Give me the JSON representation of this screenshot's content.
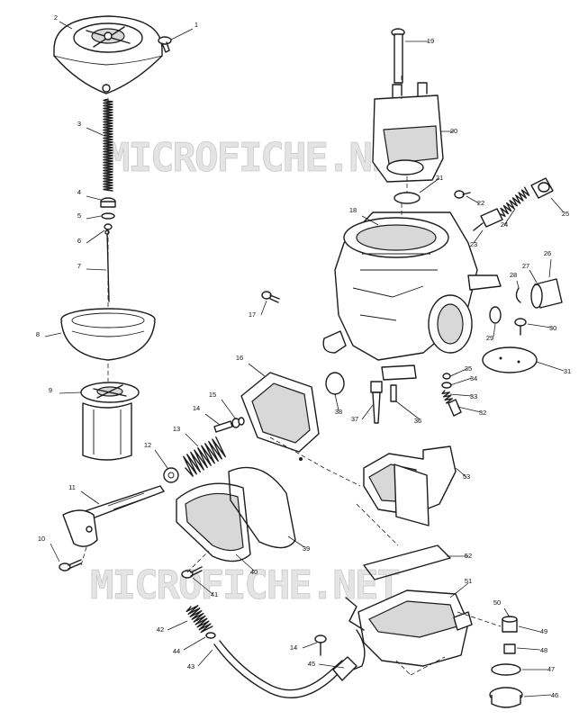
{
  "watermark": {
    "top": "MICROFICHE.NET",
    "bottom": "MICROFICHE.NET"
  },
  "callouts": [
    {
      "id": "1",
      "label": "1"
    },
    {
      "id": "2",
      "label": "2"
    },
    {
      "id": "3",
      "label": "3"
    },
    {
      "id": "4",
      "label": "4"
    },
    {
      "id": "5",
      "label": "5"
    },
    {
      "id": "6",
      "label": "6"
    },
    {
      "id": "7",
      "label": "7"
    },
    {
      "id": "8",
      "label": "8"
    },
    {
      "id": "9",
      "label": "9"
    },
    {
      "id": "10",
      "label": "10"
    },
    {
      "id": "11",
      "label": "11"
    },
    {
      "id": "12",
      "label": "12"
    },
    {
      "id": "13",
      "label": "13"
    },
    {
      "id": "14a",
      "label": "14"
    },
    {
      "id": "14b",
      "label": "14"
    },
    {
      "id": "15",
      "label": "15"
    },
    {
      "id": "16",
      "label": "16"
    },
    {
      "id": "17",
      "label": "17"
    },
    {
      "id": "18",
      "label": "18"
    },
    {
      "id": "19",
      "label": "19"
    },
    {
      "id": "20",
      "label": "20"
    },
    {
      "id": "21",
      "label": "21"
    },
    {
      "id": "22",
      "label": "22"
    },
    {
      "id": "23",
      "label": "23"
    },
    {
      "id": "24",
      "label": "24"
    },
    {
      "id": "25",
      "label": "25"
    },
    {
      "id": "26",
      "label": "26"
    },
    {
      "id": "27",
      "label": "27"
    },
    {
      "id": "28",
      "label": "28"
    },
    {
      "id": "29",
      "label": "29"
    },
    {
      "id": "30",
      "label": "30"
    },
    {
      "id": "31",
      "label": "31"
    },
    {
      "id": "32",
      "label": "32"
    },
    {
      "id": "33",
      "label": "33"
    },
    {
      "id": "34",
      "label": "34"
    },
    {
      "id": "35",
      "label": "35"
    },
    {
      "id": "36",
      "label": "36"
    },
    {
      "id": "37",
      "label": "37"
    },
    {
      "id": "38",
      "label": "38"
    },
    {
      "id": "39",
      "label": "39"
    },
    {
      "id": "40",
      "label": "40"
    },
    {
      "id": "41",
      "label": "41"
    },
    {
      "id": "42",
      "label": "42"
    },
    {
      "id": "43",
      "label": "43"
    },
    {
      "id": "44",
      "label": "44"
    },
    {
      "id": "45",
      "label": "45"
    },
    {
      "id": "46",
      "label": "46"
    },
    {
      "id": "47",
      "label": "47"
    },
    {
      "id": "48",
      "label": "48"
    },
    {
      "id": "49",
      "label": "49"
    },
    {
      "id": "50",
      "label": "50"
    },
    {
      "id": "51",
      "label": "51"
    },
    {
      "id": "52",
      "label": "52"
    },
    {
      "id": "53",
      "label": "53"
    }
  ]
}
